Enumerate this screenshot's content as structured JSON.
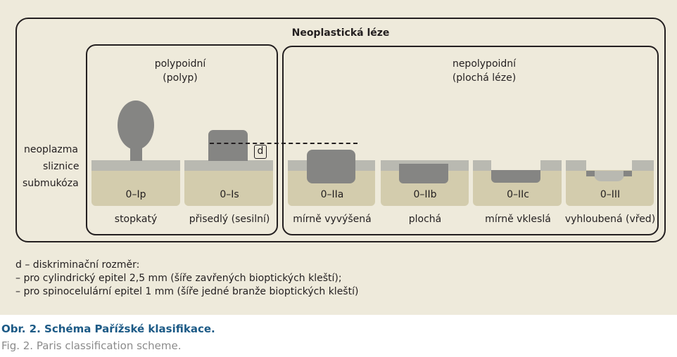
{
  "title": "Neoplastická léze",
  "polypoid": {
    "label": "polypoidní",
    "sublabel": "(polyp)"
  },
  "nonpolypoid": {
    "label": "nepolypoidní",
    "sublabel": "(plochá léze)"
  },
  "side_labels": [
    "neoplazma",
    "sliznice",
    "submukóza"
  ],
  "discriminant": "d",
  "types": [
    {
      "code": "0–Ip",
      "name": "stopkatý"
    },
    {
      "code": "0–Is",
      "name": "přisedlý (sesilní)"
    },
    {
      "code": "0–IIa",
      "name": "mírně vyvýšená"
    },
    {
      "code": "0–IIb",
      "name": "plochá"
    },
    {
      "code": "0–IIc",
      "name": "mírně vkleslá"
    },
    {
      "code": "0–III",
      "name": "vyhloubená (vřed)"
    }
  ],
  "legend": [
    "d – diskriminační rozměr:",
    "– pro cylindrický epitel 2,5 mm (šíře zavřených bioptických kleští);",
    "– pro spinocelulární epitel 1 mm (šíře jedné branže bioptických kleští)"
  ],
  "caption": {
    "czech": "Obr. 2. Schéma Pařížské klasifikace.",
    "english": "Fig. 2. Paris classification scheme."
  },
  "colors": {
    "background": "#eeeadb",
    "submucosa": "#d3ccad",
    "mucosa": "#b9b9b1",
    "neoplasm": "#858583",
    "caption_blue": "#1c5a86"
  }
}
